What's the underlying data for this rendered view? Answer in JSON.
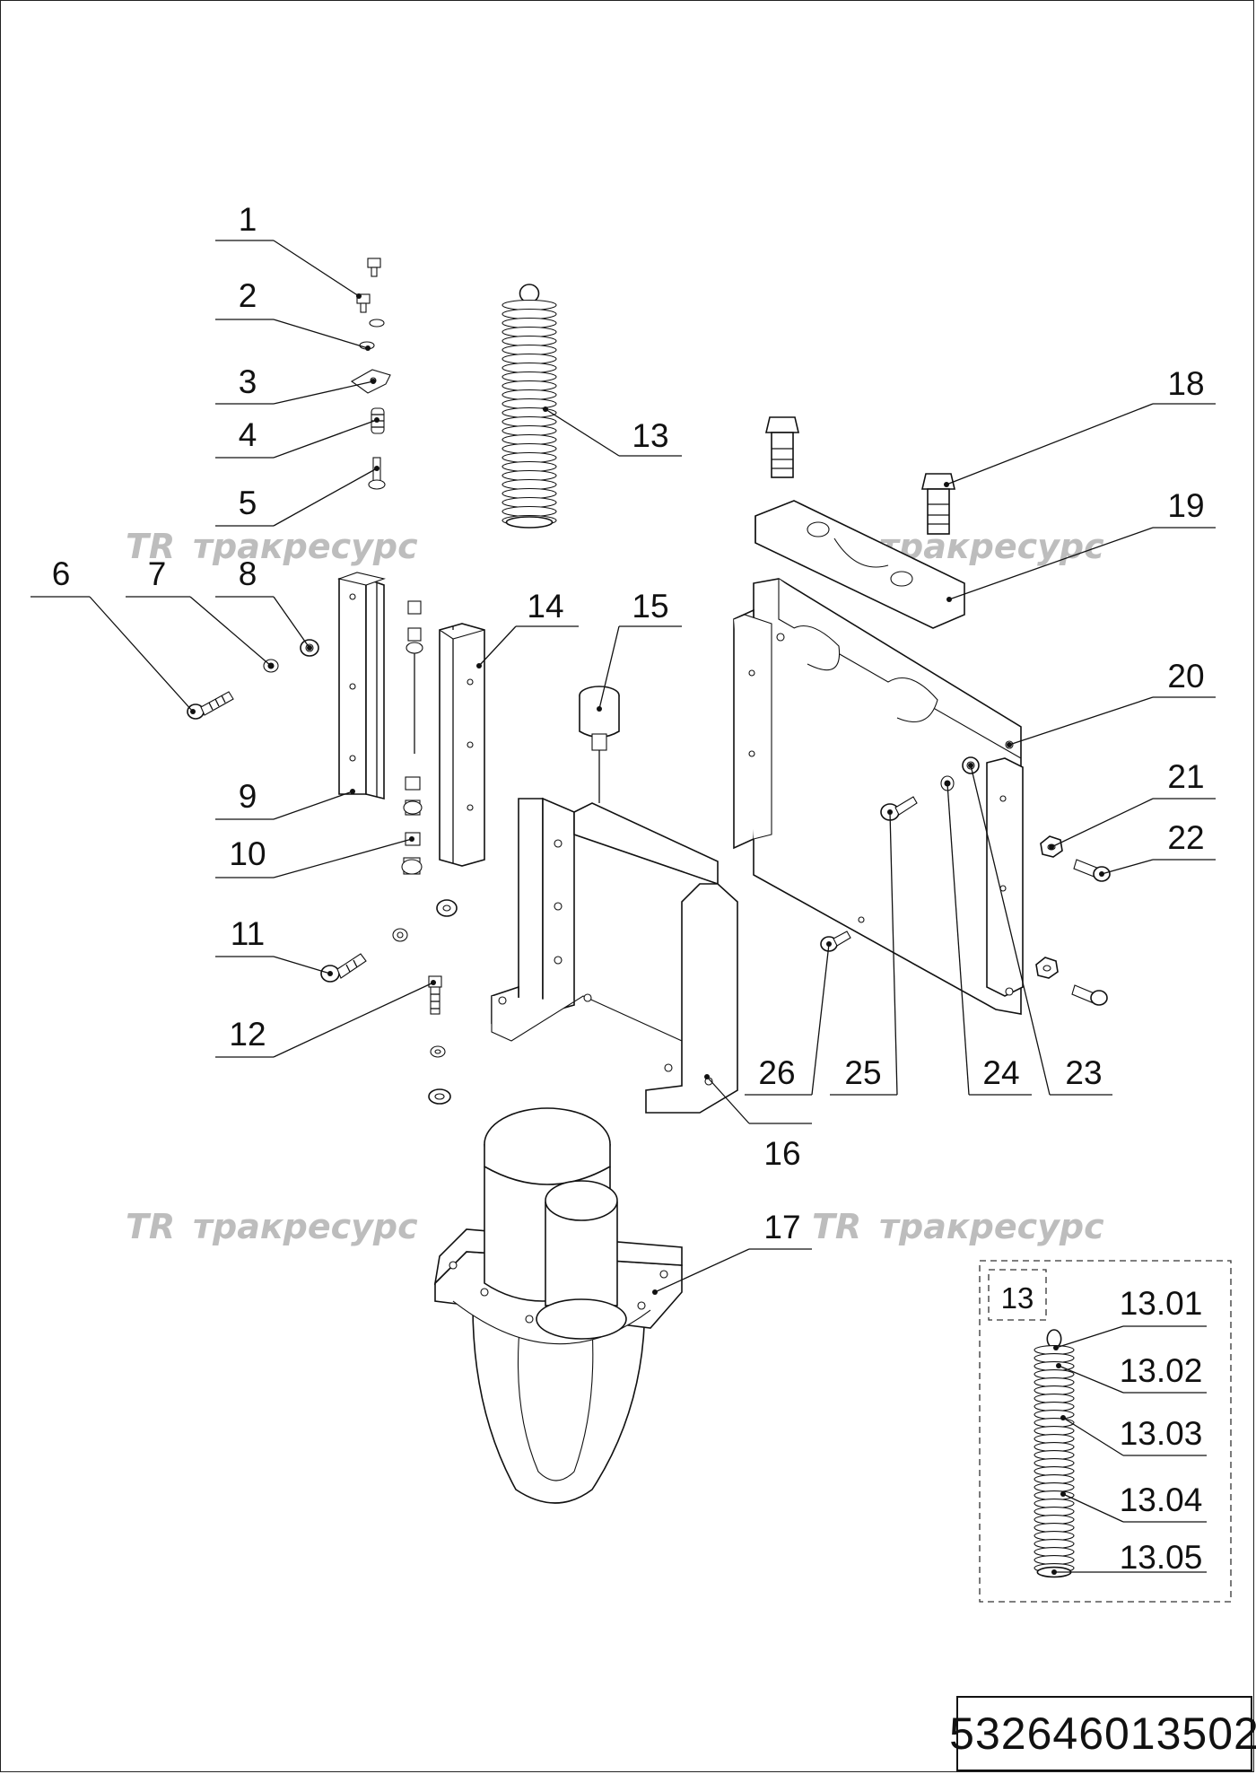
{
  "callouts": [
    "1",
    "2",
    "3",
    "4",
    "5",
    "6",
    "7",
    "8",
    "9",
    "10",
    "11",
    "12",
    "13",
    "14",
    "15",
    "16",
    "17",
    "18",
    "19",
    "20",
    "21",
    "22",
    "23",
    "24",
    "25",
    "26"
  ],
  "detail": {
    "title": "13",
    "items": [
      "13.01",
      "13.02",
      "13.03",
      "13.04",
      "13.05"
    ]
  },
  "watermark": {
    "text": "тракресурс",
    "logo": "TR"
  },
  "drawing_number": "532646013502"
}
